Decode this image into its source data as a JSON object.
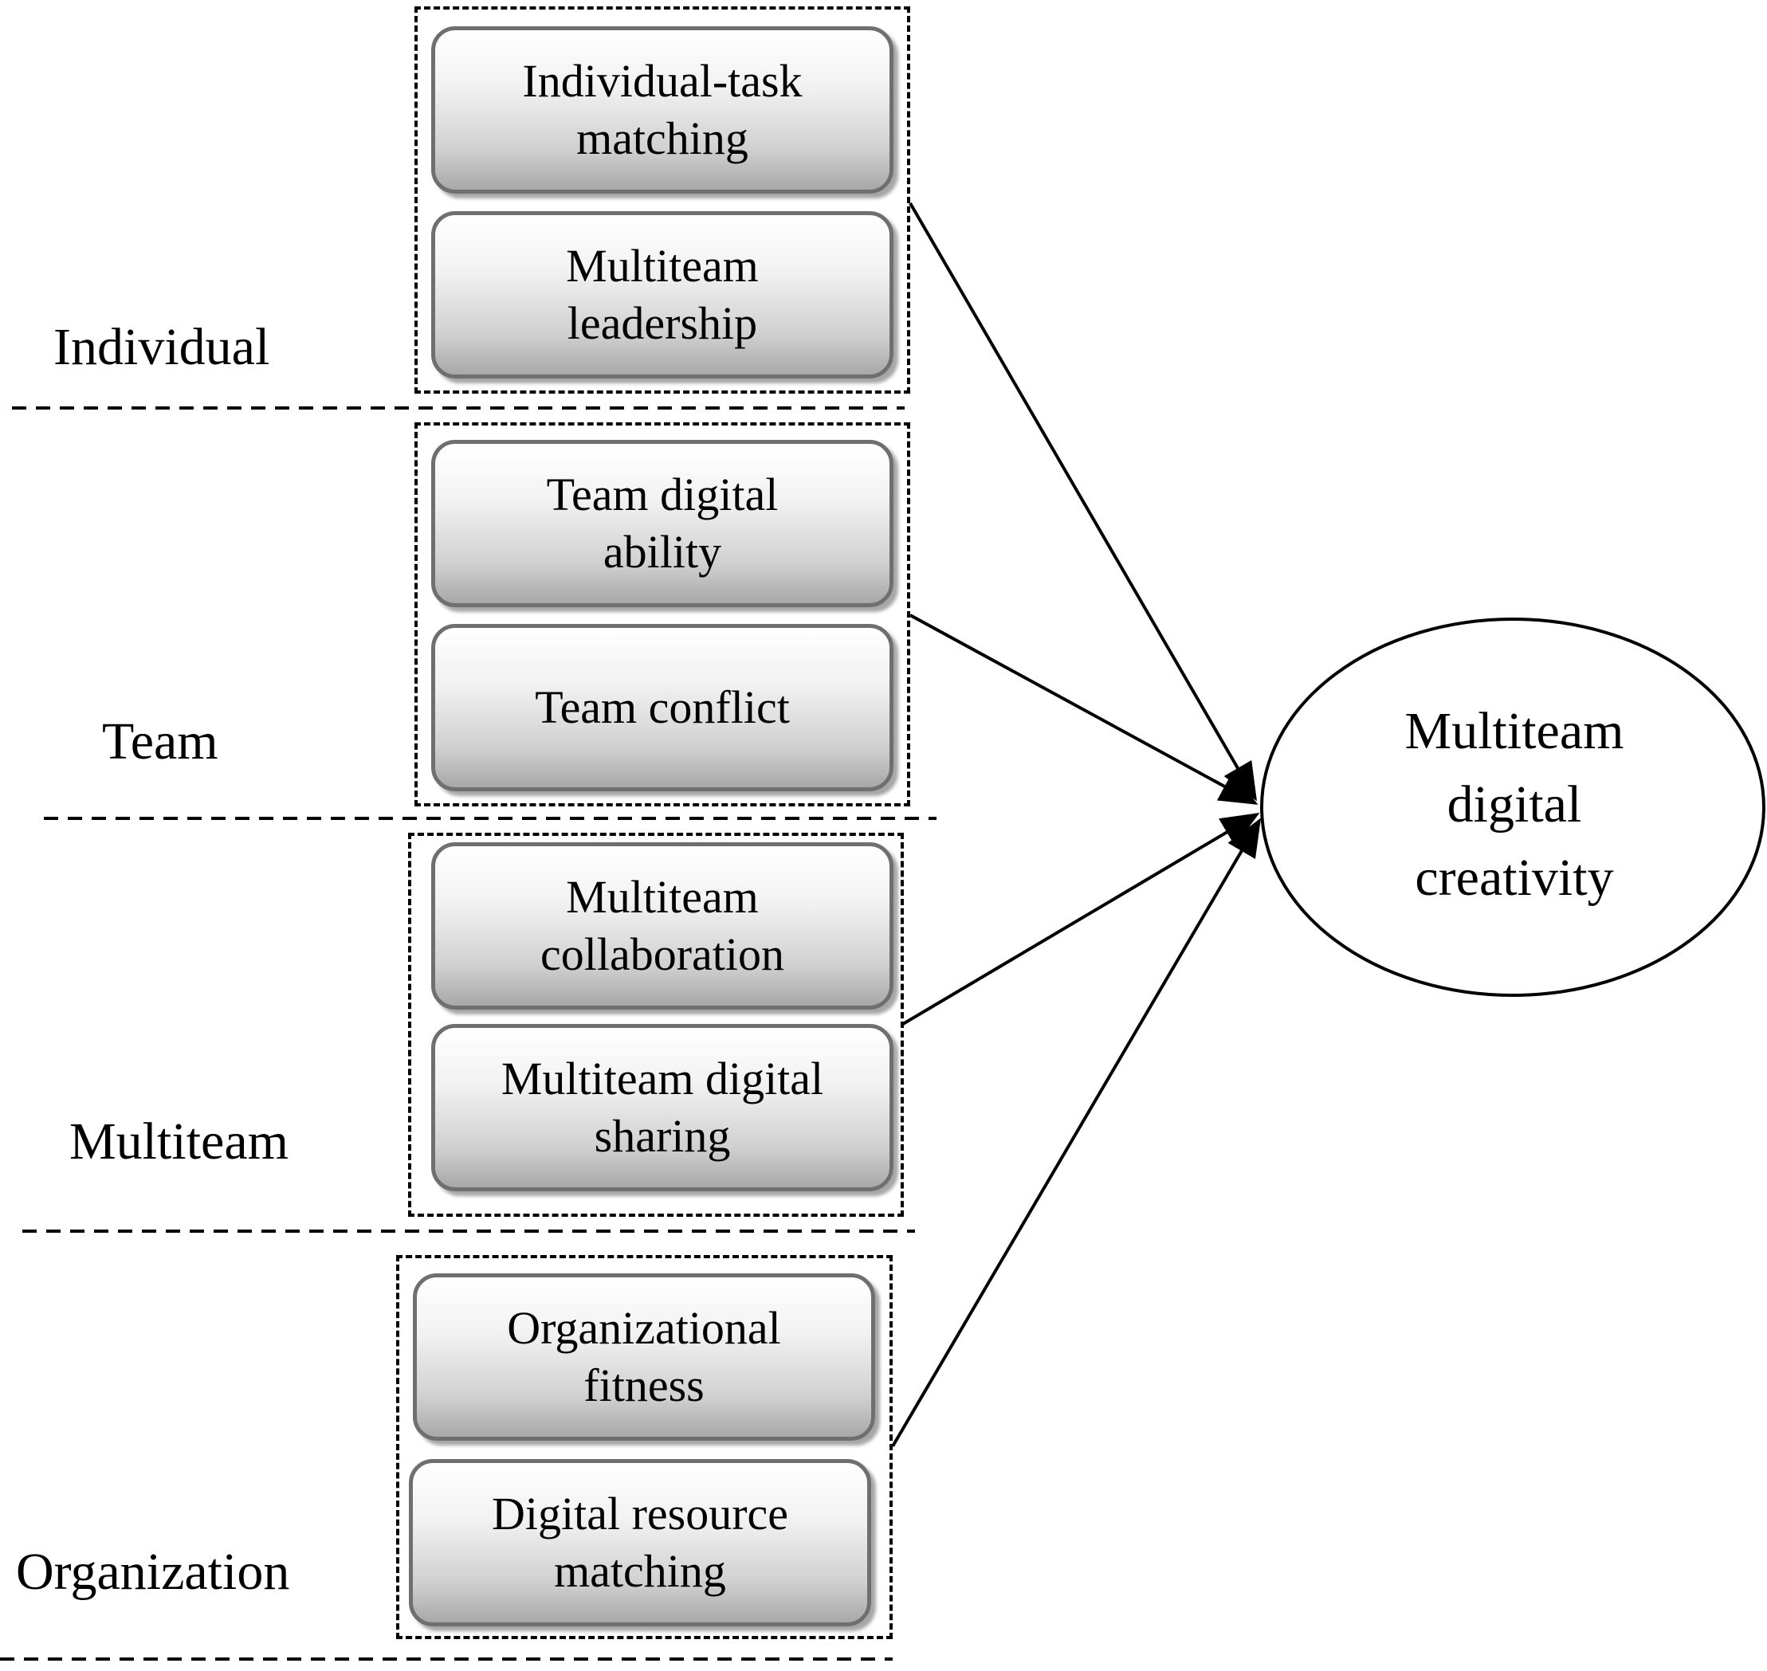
{
  "levels": {
    "individual": "Individual",
    "team": "Team",
    "multiteam": "Multiteam",
    "organization": "Organization"
  },
  "factors": {
    "individual_task_matching": "Individual-task\nmatching",
    "multiteam_leadership": "Multiteam\nleadership",
    "team_digital_ability": "Team digital\nability",
    "team_conflict": "Team conflict",
    "multiteam_collaboration": "Multiteam\ncollaboration",
    "multiteam_digital_sharing": "Multiteam digital\nsharing",
    "organizational_fitness": "Organizational\nfitness",
    "digital_resource_matching": "Digital resource\nmatching"
  },
  "outcome": "Multiteam\ndigital\ncreativity"
}
